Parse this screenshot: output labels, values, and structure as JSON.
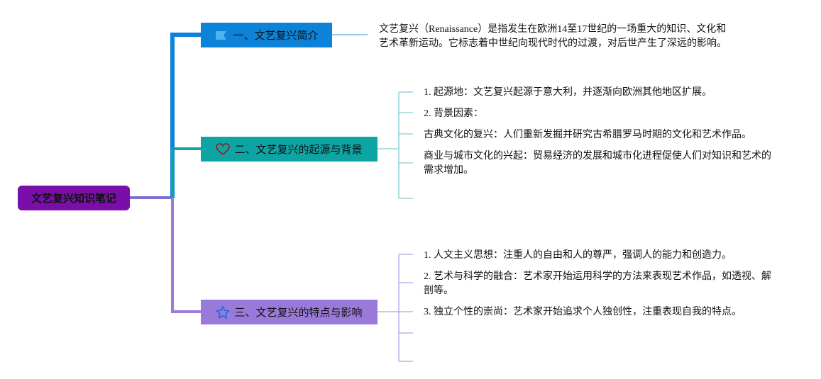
{
  "root": {
    "label": "文艺复兴知识笔记",
    "color": "#7a0ea8"
  },
  "branches": [
    {
      "label": "一、文艺复兴简介",
      "icon": "flag-icon",
      "color": "#0c83d8"
    },
    {
      "label": "二、文艺复兴的起源与背景",
      "icon": "heart-icon",
      "color": "#0fa4a4"
    },
    {
      "label": "三、文艺复兴的特点与影响",
      "icon": "star-icon",
      "color": "#9a7ad8"
    }
  ],
  "intro": {
    "line1": "文艺复兴（Renaissance）是指发生在欧洲14至17世纪的一场重大的知识、文化和",
    "line2": "艺术革新运动。它标志着中世纪向现代时代的过渡，对后世产生了深远的影响。"
  },
  "origin_items": [
    "1. 起源地：文艺复兴起源于意大利，并逐渐向欧洲其他地区扩展。",
    "2. 背景因素：",
    "古典文化的复兴：人们重新发掘并研究古希腊罗马时期的文化和艺术作品。",
    "商业与城市文化的兴起：贸易经济的发展和城市化进程促使人们对知识和艺术的需求增加。"
  ],
  "feature_items": [
    "1. 人文主义思想：注重人的自由和人的尊严，强调人的能力和创造力。",
    "2. 艺术与科学的融合：艺术家开始运用科学的方法来表现艺术作品，如透视、解剖等。",
    "3. 独立个性的崇尚：艺术家开始追求个人独创性，注重表现自我的特点。"
  ]
}
